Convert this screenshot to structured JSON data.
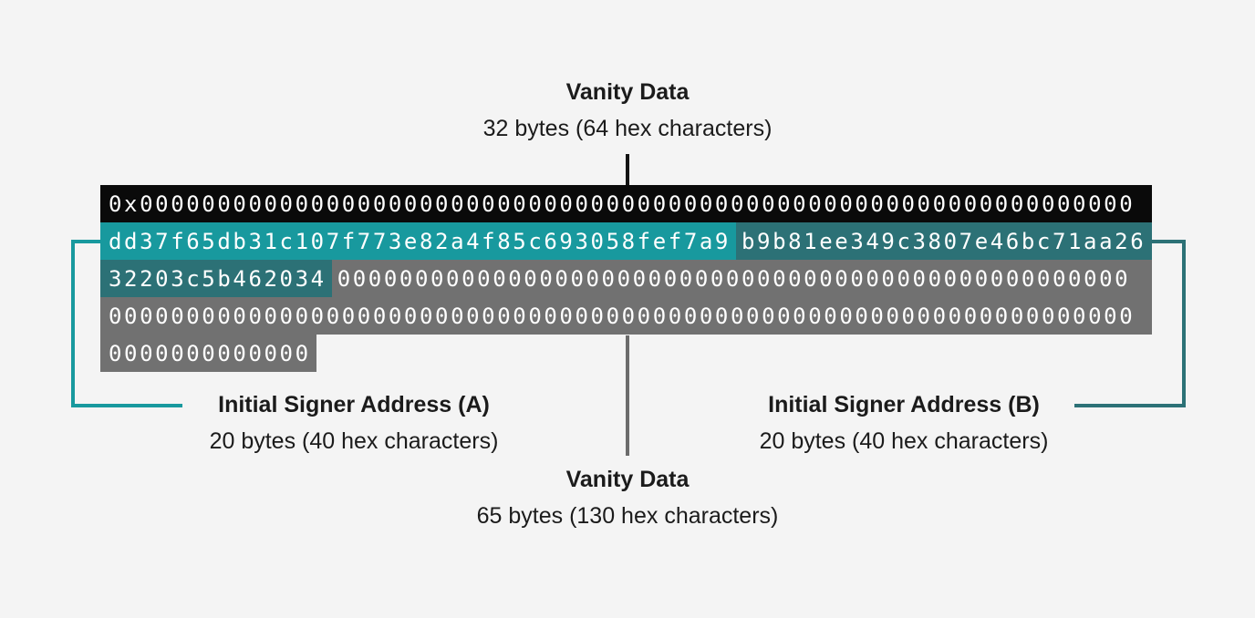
{
  "labels": {
    "top": {
      "title": "Vanity Data",
      "subtitle": "32 bytes (64 hex characters)"
    },
    "signer_a": {
      "title": "Initial Signer Address (A)",
      "subtitle": "20 bytes (40 hex characters)"
    },
    "signer_b": {
      "title": "Initial Signer Address (B)",
      "subtitle": "20 bytes (40 hex characters)"
    },
    "bottom": {
      "title": "Vanity Data",
      "subtitle": "65 bytes (130 hex characters)"
    }
  },
  "hex": {
    "rows": [
      {
        "segments": [
          {
            "text": "0x0000000000000000000000000000000000000000000000000000000000000000"
          }
        ]
      },
      {
        "segments": [
          {
            "text": "dd37f65db31c107f773e82a4f85c693058fef7a9"
          },
          {
            "text": "b9b81ee349c3807e46bc71aa26"
          }
        ]
      },
      {
        "segments": [
          {
            "text": "32203c5b462034"
          },
          {
            "text": "000000000000000000000000000000000000000000000000000"
          }
        ]
      },
      {
        "segments": [
          {
            "text": "000000000000000000000000000000000000000000000000000000000000000000"
          }
        ]
      },
      {
        "segments": [
          {
            "text": "0000000000000"
          }
        ]
      }
    ]
  },
  "colors": {
    "background": "#f4f4f4",
    "vanity_row": "#0a0a0a",
    "signer_a_highlight": "#18999e",
    "signer_b_highlight": "#2c7176",
    "zero_fill": "#717171",
    "hex_text": "#ffffff",
    "label_text": "#1b1b1b",
    "bottom_connector": "#6b6b6b"
  }
}
